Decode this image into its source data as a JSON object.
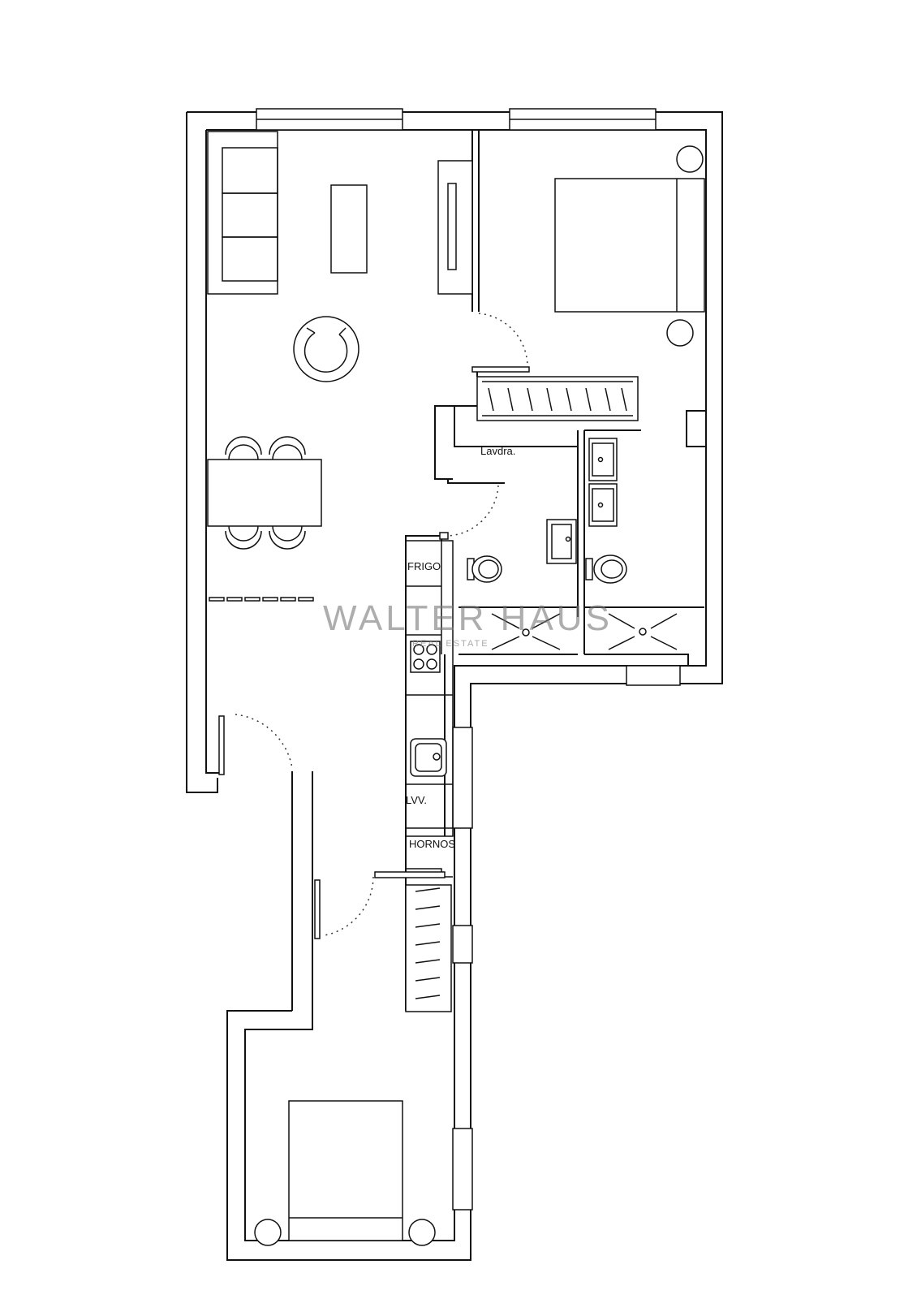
{
  "labels": {
    "lavadero": "Lavdra.",
    "frigo": "FRIGO",
    "lavavajillas": "LVV.",
    "hornos": "HORNOS"
  },
  "watermark": {
    "brand": "WALTER HAUS",
    "subtitle": "REAL ESTATE"
  },
  "colors": {
    "line": "#111111",
    "background": "#ffffff",
    "watermark": "#777777"
  }
}
